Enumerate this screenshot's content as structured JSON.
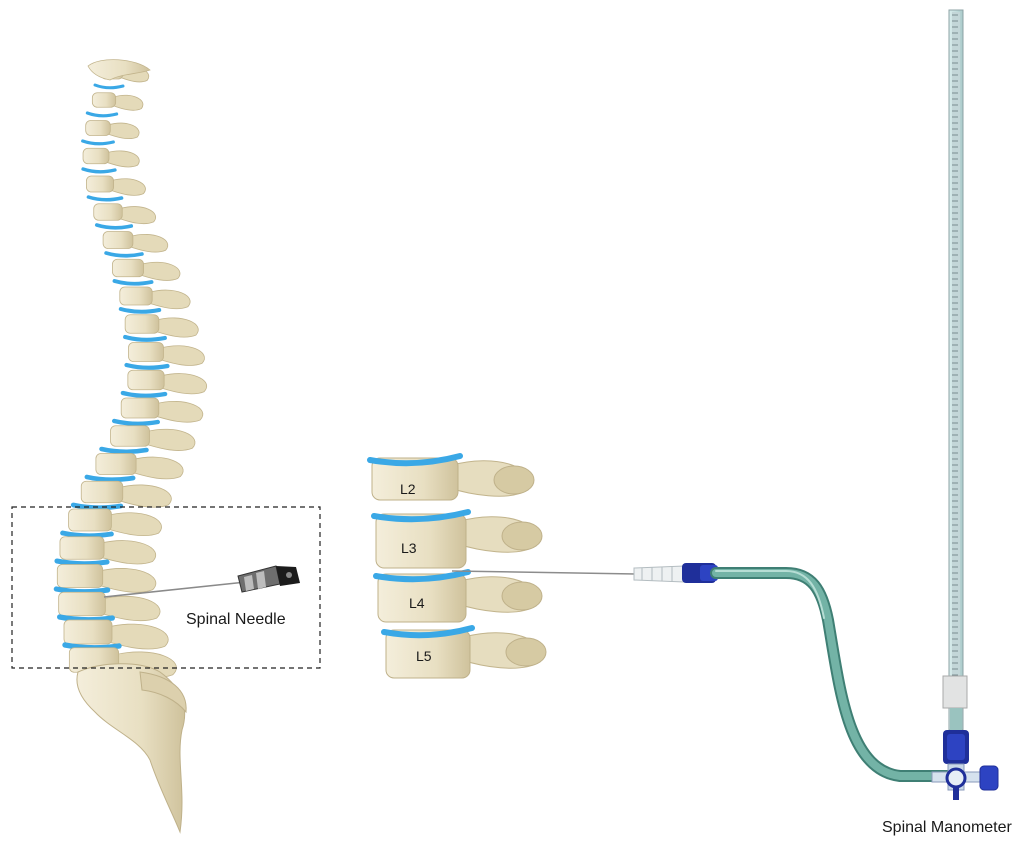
{
  "labels": {
    "spinal_needle": "Spinal Needle",
    "spinal_manometer": "Spinal Manometer"
  },
  "vertebra_labels": [
    "L2",
    "L3",
    "L4",
    "L5"
  ],
  "colors": {
    "bone": "#ece3c8",
    "bone_shadow": "#c9bb93",
    "disc": "#3aa8e6",
    "tubing": "#5fa89a",
    "connector_blue": "#1f2f9a",
    "needle": "#8a8a8a",
    "dashed_box": "#222222"
  }
}
